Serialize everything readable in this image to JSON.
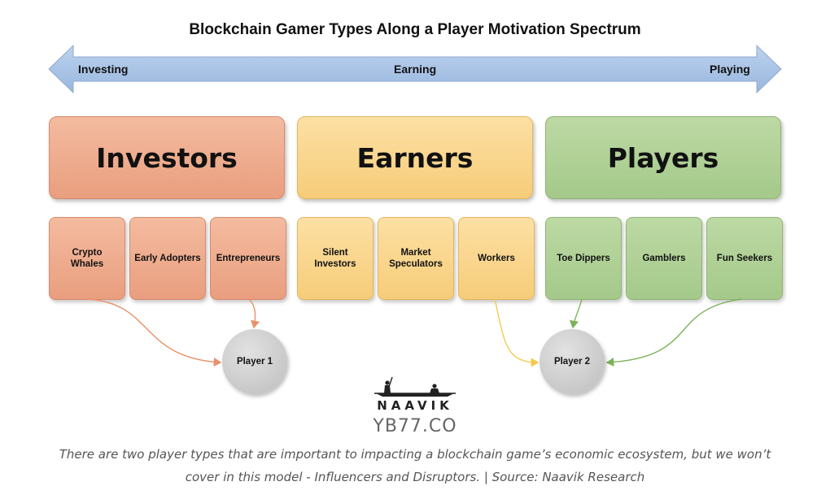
{
  "title": "Blockchain Gamer Types Along a Player Motivation Spectrum",
  "spectrum": {
    "left_label": "Investing",
    "center_label": "Earning",
    "right_label": "Playing",
    "color": "#a9c4e6"
  },
  "categories": [
    {
      "label": "Investors",
      "color": "#eea88a",
      "subtypes": [
        "Crypto\nWhales",
        "Early Adopters",
        "Entrepreneurs"
      ]
    },
    {
      "label": "Earners",
      "color": "#f9d68e",
      "subtypes": [
        "Silent\nInvestors",
        "Market\nSpeculators",
        "Workers"
      ]
    },
    {
      "label": "Players",
      "color": "#b0d197",
      "subtypes": [
        "Toe Dippers",
        "Gamblers",
        "Fun Seekers"
      ]
    }
  ],
  "players": [
    {
      "label": "Player 1",
      "arrow_color": "#e8926b"
    },
    {
      "label": "Player 2",
      "arrow_colors": [
        "#f5c94e",
        "#7cb35a"
      ]
    }
  ],
  "logo": {
    "text": "NAAVIK",
    "icon": "boat-icon"
  },
  "watermark": "YB77.CO",
  "caption": {
    "line1": "There are two player types that are important to impacting a blockchain game’s economic ecosystem, but we won’t",
    "line2": "cover in this model - Influencers and Disruptors. | Source: Naavik Research"
  }
}
